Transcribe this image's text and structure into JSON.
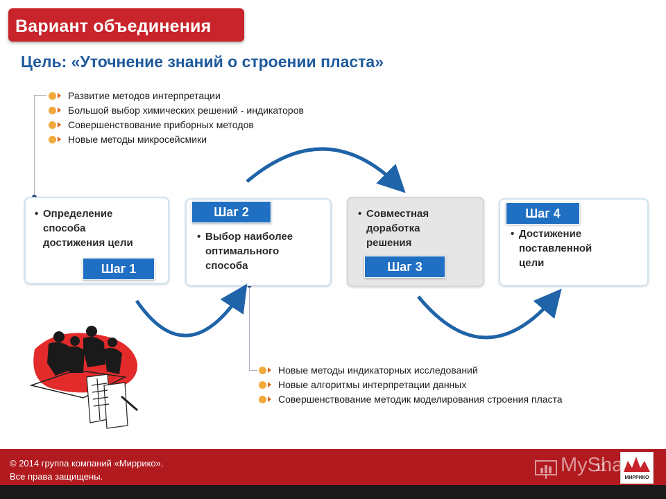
{
  "header": {
    "title": "Вариант объединения",
    "goal": "Цель: «Уточнение знаний о строении пласта»"
  },
  "top_list": [
    "Развитие методов интерпретации",
    "Большой выбор химических решений - индикаторов",
    "Совершенствование приборных методов",
    "Новые методы микросейсмики"
  ],
  "steps": [
    {
      "badge": "Шаг 1",
      "lines": [
        "Определение",
        "способа",
        "достижения цели"
      ]
    },
    {
      "badge": "Шаг 2",
      "lines": [
        "Выбор наиболее",
        "оптимального",
        "способа"
      ]
    },
    {
      "badge": "Шаг 3",
      "lines": [
        "Совместная",
        "доработка",
        "решения"
      ]
    },
    {
      "badge": "Шаг 4",
      "lines": [
        "Достижение",
        "поставленной",
        "цели"
      ]
    }
  ],
  "bottom_list": [
    "Новые методы индикаторных  исследований",
    "Новые алгоритмы интерпретации данных",
    "Совершенствование методик моделирования строения пласта"
  ],
  "footer": {
    "copyright": "© 2014 группа компаний «Миррико».",
    "rights": "Все права защищены.",
    "watermark": "MyShared",
    "page_number": "11",
    "logo_text": "МИРРИКО"
  },
  "colors": {
    "brand_red": "#c9242b",
    "footer_red": "#b11a1f",
    "title_blue": "#1f5a9c",
    "badge_blue": "#1f6fc2",
    "arrow_blue": "#1f63a8",
    "bullet_orange": "#f2a93b"
  },
  "icons": {
    "bullet": "orange-dot-arrow-icon",
    "clipart": "team-meeting-clipart",
    "watermark": "presentation-chart-icon"
  }
}
